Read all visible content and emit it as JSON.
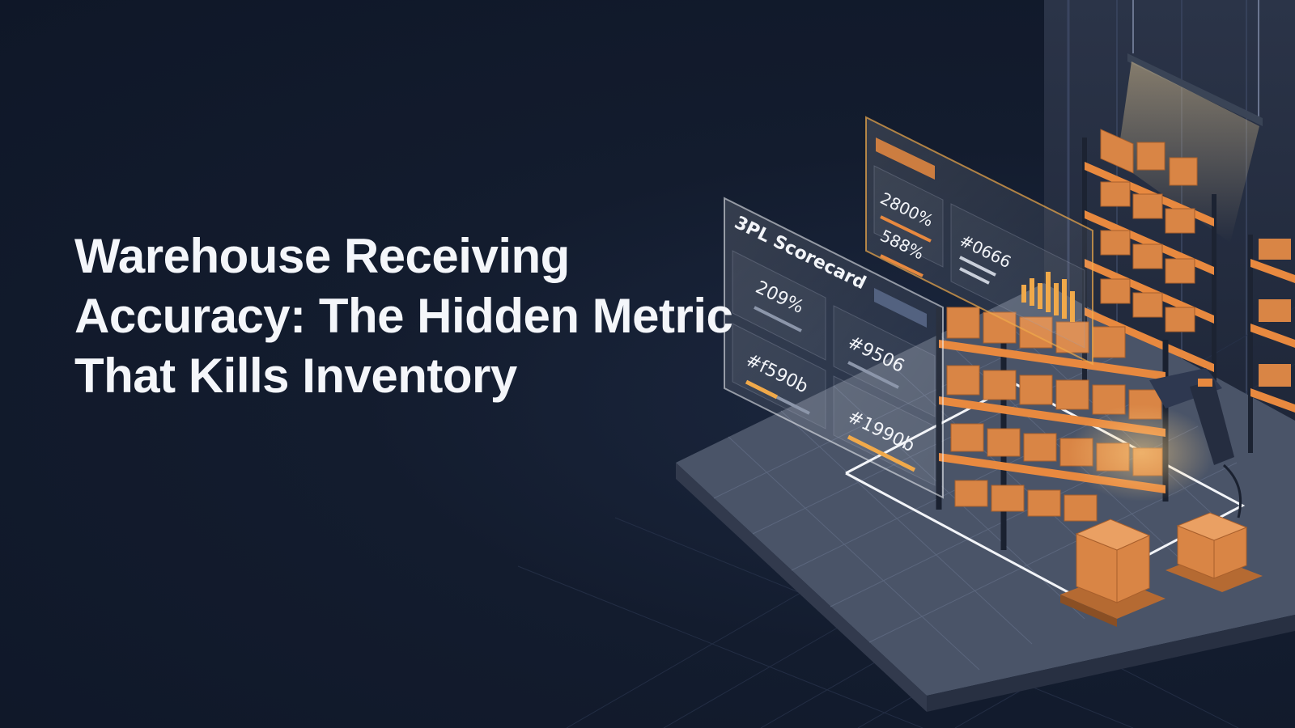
{
  "title": {
    "line1": "Warehouse Receiving",
    "line2": "Accuracy: The Hidden Metric",
    "line3": "That Kills Inventory"
  },
  "panels": {
    "front": {
      "heading": "3PL Scorecard",
      "metric_a": "209%",
      "metric_b": "#f590b",
      "metric_c": "#9506",
      "metric_d": "#1990b"
    },
    "back": {
      "metric_a": "2800%",
      "metric_b": "588%",
      "metric_c": "#0666"
    }
  },
  "colors": {
    "background": "#111a2b",
    "accent": "#e8893f",
    "box": "#d98545",
    "floor": "#4a5468",
    "panel_highlight": "#f0a94a"
  },
  "icons": [
    "forklift-scanner-icon",
    "bar-chart-icon",
    "shelf-rack-icon"
  ]
}
